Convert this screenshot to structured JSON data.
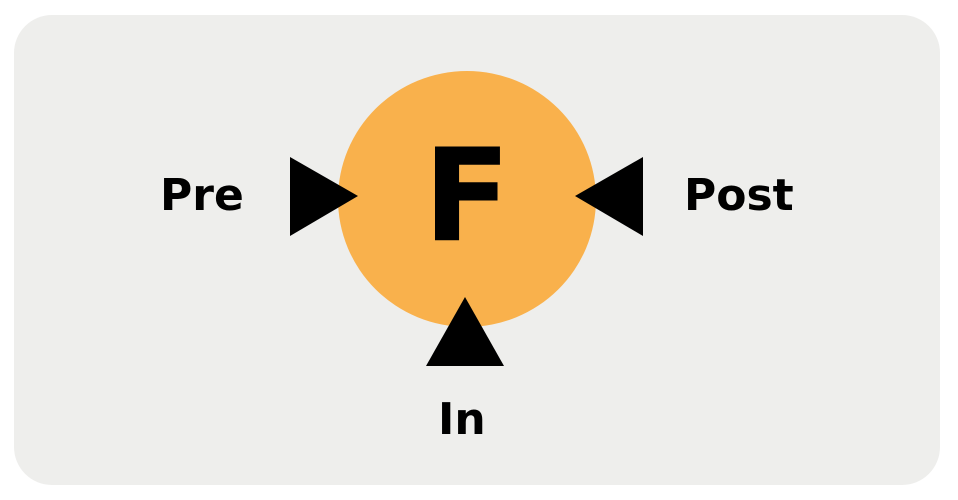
{
  "diagram": {
    "center_label": "F",
    "inputs": [
      {
        "id": "pre",
        "label": "Pre"
      },
      {
        "id": "post",
        "label": "Post"
      },
      {
        "id": "in",
        "label": "In"
      }
    ]
  },
  "colors": {
    "panel_background": "#eeeeec",
    "circle_fill": "#f9b14c",
    "arrow_fill": "#000000",
    "text": "#000000"
  }
}
